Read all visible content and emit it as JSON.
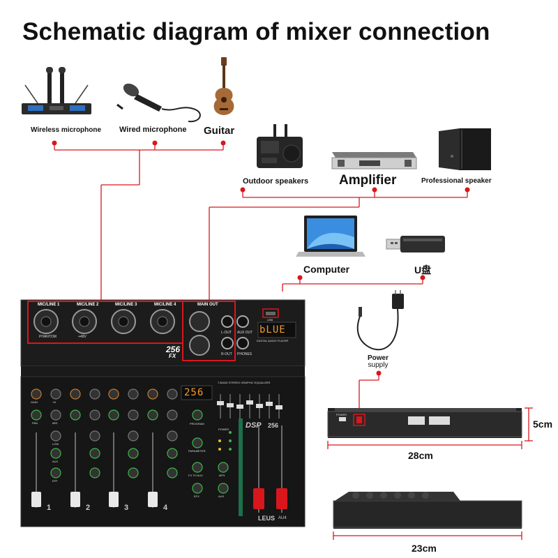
{
  "title": "Schematic diagram of mixer connection",
  "inputs": {
    "wireless_mic": "Wireless microphone",
    "wired_mic": "Wired microphone",
    "guitar": "Guitar"
  },
  "outputs": {
    "outdoor_speakers": "Outdoor speakers",
    "amplifier": "Amplifier",
    "professional_speaker": "Professional speaker"
  },
  "usb": {
    "computer": "Computer",
    "u_disk": "U盘"
  },
  "power": {
    "label_line1": "Power",
    "label_line2": "supply"
  },
  "dimensions": {
    "width": "28cm",
    "height": "5cm",
    "depth": "23cm"
  },
  "mixer": {
    "brand": "LEUS",
    "model": "AU4",
    "fx_badge": "256",
    "fx_badge_sub": "FX",
    "fx_display": "256",
    "player_display": "bLUE",
    "dsp_label": "DSP",
    "dsp_num": "256",
    "eq_title": "7-BAND STEREO GRAPHIC EQUALIZER",
    "main_out": "MAIN OUT",
    "l_out": "L-OUT",
    "r_out": "R-OUT",
    "aux_out": "AUX OUT",
    "phones": "PHONES",
    "player_title": "DIGITAL AUDIO PLAYER",
    "channel_labels": [
      "MIC/LINE 1",
      "MIC/LINE 2",
      "MIC/LINE 3",
      "MIC/LINE 4"
    ],
    "phantom": "PHANTOM",
    "plus48": "+48V",
    "program": "PROGRAM",
    "parameter": "PARAMETER",
    "fx_to_aux": "FX TO AUX",
    "fx_section": "EFX",
    "mp3": "MP3",
    "aux": "AUX",
    "power": "POWER",
    "channel_numbers": [
      "1",
      "2",
      "3",
      "4"
    ],
    "knob_labels": [
      "GAIN",
      "HI",
      "PAN",
      "MID",
      "LOW",
      "AUX",
      "EFF"
    ],
    "usb_label": "USB",
    "back_power": "POWER"
  }
}
